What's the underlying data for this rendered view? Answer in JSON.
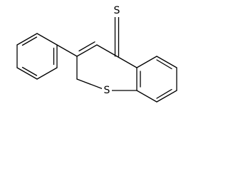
{
  "molecule": {
    "atoms": [
      {
        "id": "S_thione",
        "symbol": "S",
        "label": "S"
      },
      {
        "id": "S_ring",
        "symbol": "S",
        "label": "S"
      }
    ],
    "colors": {
      "bond": "#000000",
      "background": "#ffffff"
    }
  }
}
